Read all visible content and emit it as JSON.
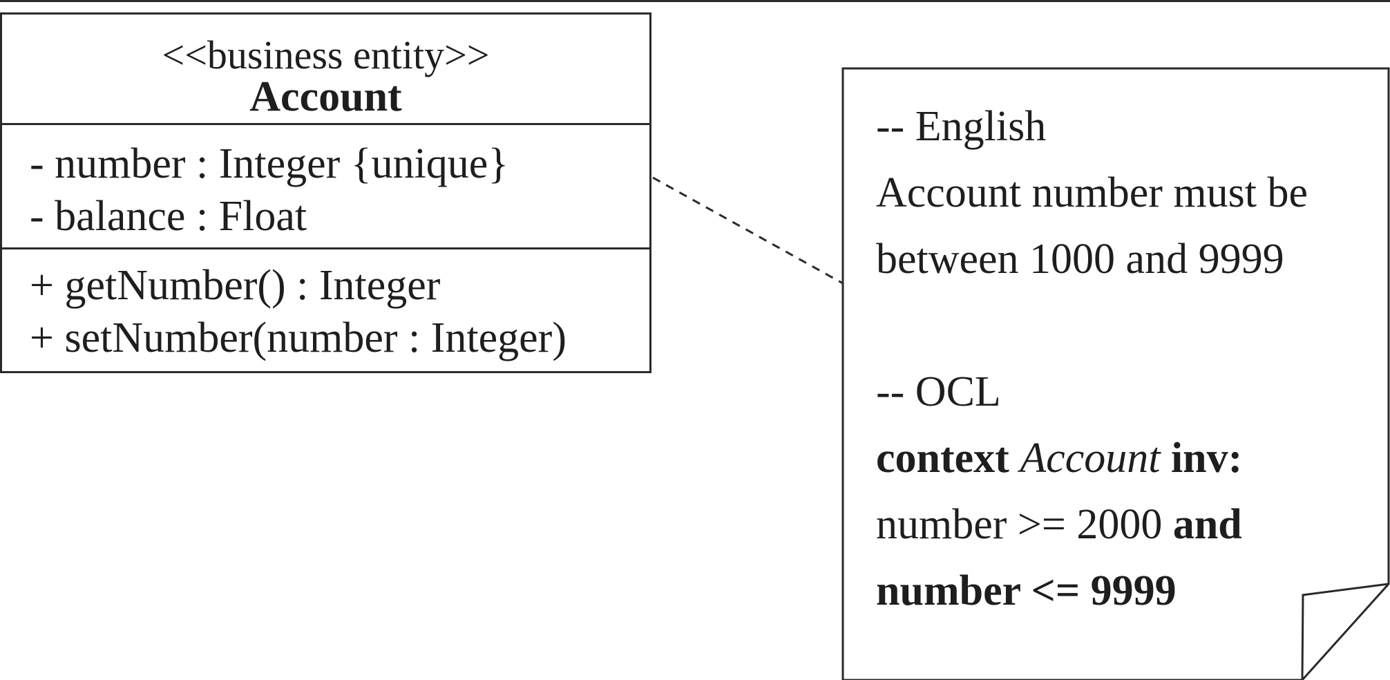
{
  "uml_class": {
    "stereotype": "<<business entity>>",
    "name": "Account",
    "attributes": [
      "- number : Integer {unique}",
      "- balance : Float"
    ],
    "operations": [
      "+ getNumber() : Integer",
      "+ setNumber(number : Integer)"
    ]
  },
  "note": {
    "english_header": "-- English",
    "english_line1": "Account number must be",
    "english_line2": "between 1000 and 9999",
    "ocl_header": "-- OCL",
    "ocl_keyword_context": "context",
    "ocl_class_name": "Account",
    "ocl_keyword_inv": "inv:",
    "ocl_expr_part1": "number >= 2000",
    "ocl_keyword_and": "and",
    "ocl_expr_part2": "number <= 9999"
  }
}
